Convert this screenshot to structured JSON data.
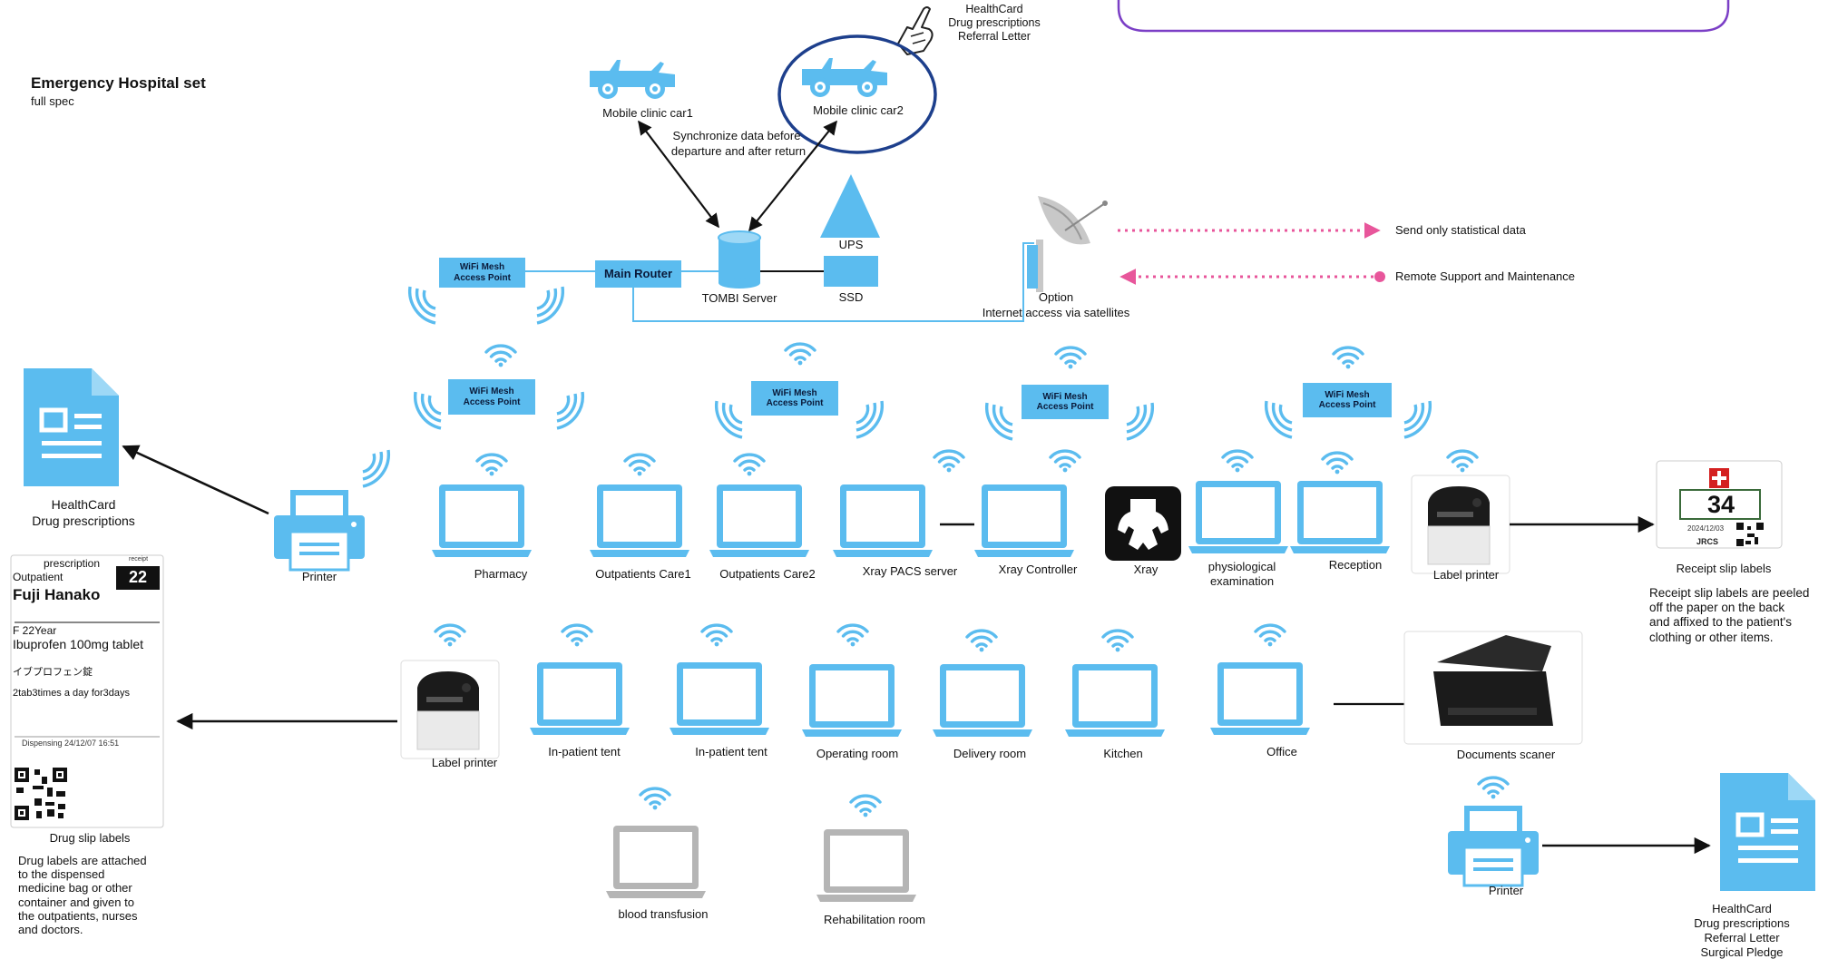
{
  "title": "Emergency Hospital set",
  "subtitle": "full spec",
  "colors": {
    "device_blue": "#5bbcef",
    "inactive_gray": "#b5b5b5",
    "link_pink": "#e8569b",
    "circle_navy": "#1d3f8c",
    "box_purple": "#7b3fc6"
  },
  "top_documents": [
    "HealthCard",
    "Drug prescriptions",
    "Referral Letter"
  ],
  "mobile": {
    "car1": "Mobile clinic car1",
    "car2": "Mobile clinic car2",
    "sync_note_1": "Synchronize data before",
    "sync_note_2": "departure and after return"
  },
  "core": {
    "main_router": "Main Router",
    "server": "TOMBI Server",
    "ups": "UPS",
    "ssd": "SSD",
    "wifi_mesh_1": "WiFi Mesh",
    "wifi_mesh_2": "Access Point"
  },
  "satellite": {
    "option": "Option",
    "desc": "Internet access via satellites",
    "send_stats": "Send only statistical data",
    "remote_support": "Remote Support and Maintenance"
  },
  "row1": {
    "pharmacy": "Pharmacy",
    "outpatients1": "Outpatients Care1",
    "outpatients2": "Outpatients Care2",
    "pacs": "Xray PACS server",
    "xray_controller": "Xray Controller",
    "xray": "Xray",
    "physio_1": "physiological",
    "physio_2": "examination",
    "reception": "Reception",
    "label_printer": "Label printer"
  },
  "row2": {
    "label_printer": "Label printer",
    "inpatient1": "In-patient tent",
    "inpatient2": "In-patient tent",
    "operating": "Operating room",
    "delivery": "Delivery room",
    "kitchen": "Kitchen",
    "office": "Office",
    "scanner": "Documents scaner"
  },
  "row3": {
    "blood": "blood transfusion",
    "rehab": "Rehabilitation room"
  },
  "left": {
    "doc_1": "HealthCard",
    "doc_2": "Drug prescriptions",
    "printer": "Printer"
  },
  "drug_label": {
    "prescription": "prescription",
    "receipt": "receipt",
    "patient_type": "Outpatient",
    "number": "22",
    "name": "Fuji Hanako",
    "sex_age": "F 22Year",
    "drug": "Ibuprofen 100mg tablet",
    "drug_jp": "イブプロフェン錠",
    "dose": "2tab3times a day for3days",
    "dispensing": "Dispensing 24/12/07 16:51",
    "caption": "Drug slip labels",
    "description": "Drug labels are attached\nto the dispensed\nmedicine bag or other\ncontainer and given to\nthe outpatients, nurses\nand doctors."
  },
  "receipt_label": {
    "number": "34",
    "date": "2024/12/03",
    "org": "JRCS",
    "caption": "Receipt slip labels",
    "description": "Receipt slip labels are peeled\noff the paper on the back\nand affixed to the patient's\nclothing or other items."
  },
  "bottom_right": {
    "printer": "Printer",
    "docs": [
      "HealthCard",
      "Drug prescriptions",
      "Referral Letter",
      "Surgical Pledge"
    ]
  }
}
